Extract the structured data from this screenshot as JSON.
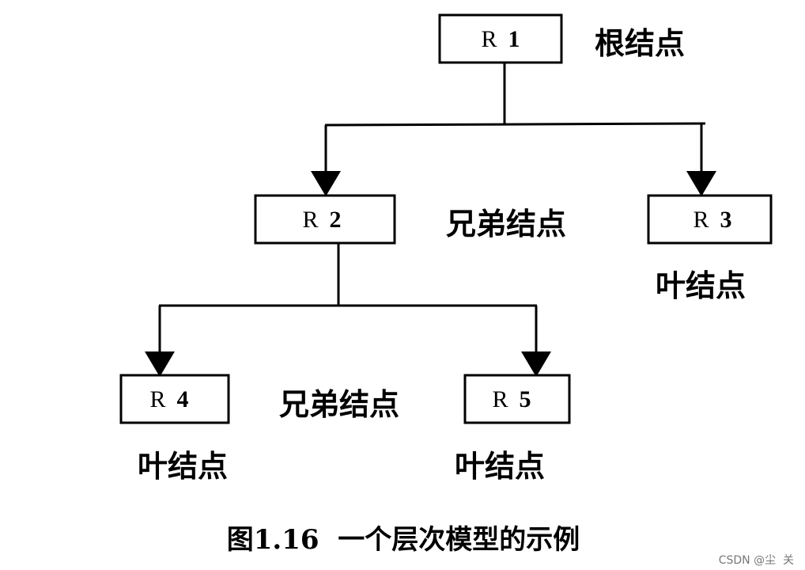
{
  "nodes": {
    "r1": {
      "letter": "R",
      "number": "1"
    },
    "r2": {
      "letter": "R",
      "number": "2"
    },
    "r3": {
      "letter": "R",
      "number": "3"
    },
    "r4": {
      "letter": "R",
      "number": "4"
    },
    "r5": {
      "letter": "R",
      "number": "5"
    }
  },
  "notes": {
    "root": "根结点",
    "sibling_upper": "兄弟结点",
    "leaf_r3": "叶结点",
    "sibling_lower": "兄弟结点",
    "leaf_r4": "叶结点",
    "leaf_r5": "叶结点"
  },
  "caption": "图1.16  一个层次模型的示例",
  "watermark": "CSDN @尘  关",
  "colors": {
    "stroke": "#000000",
    "background": "#ffffff",
    "watermark": "#777777"
  }
}
